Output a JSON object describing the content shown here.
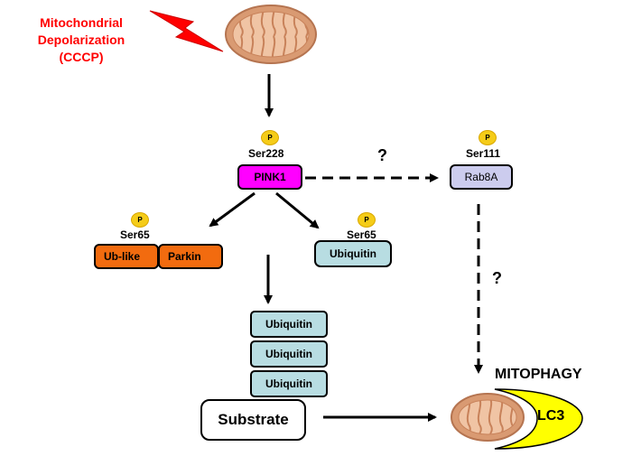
{
  "trigger": {
    "line1": "Mitochondrial",
    "line2": "Depolarization",
    "line3": "(CCCP)"
  },
  "phospho_label": "P",
  "pink1": {
    "label": "PINK1",
    "site": "Ser228"
  },
  "rab8a": {
    "label": "Rab8A",
    "site": "Ser111"
  },
  "parkin": {
    "ublike_label": "Ub-like",
    "label": "Parkin",
    "site": "Ser65"
  },
  "free_ubiquitin": {
    "label": "Ubiquitin",
    "site": "Ser65"
  },
  "ubiquitin_chain": [
    "Ubiquitin",
    "Ubiquitin",
    "Ubiquitin"
  ],
  "substrate": "Substrate",
  "unknown_marks": [
    "?",
    "?"
  ],
  "outcome": {
    "title": "MITOPHAGY",
    "lc3": "LC3"
  },
  "colors": {
    "trigger_text": "#ff0000",
    "pink1": "#ff00ff",
    "rab8a": "#ccccee",
    "parkin": "#f26b0f",
    "ubiquitin": "#b8dde2",
    "phospho": "#f5cc18",
    "lc3": "#ffff00",
    "mito_outer": "#d99a72"
  }
}
